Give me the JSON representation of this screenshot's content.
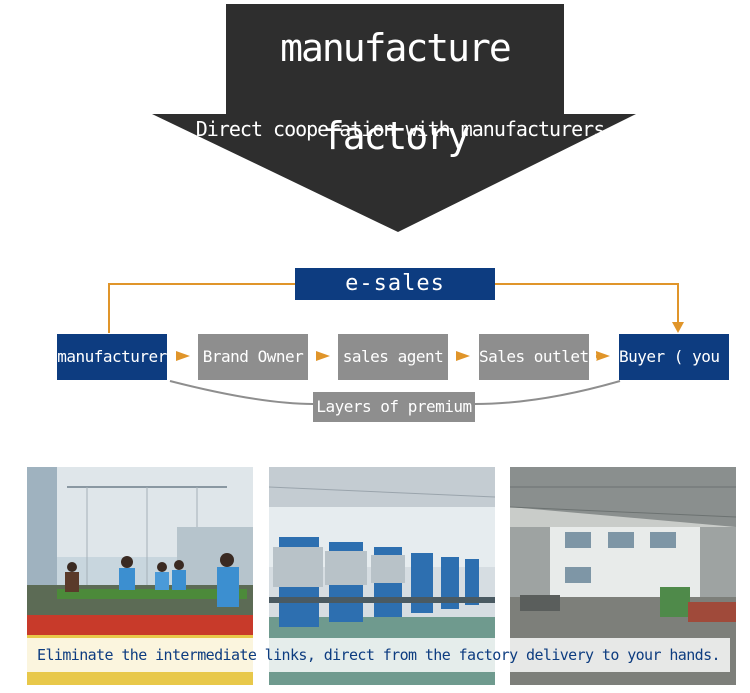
{
  "header": {
    "title": "manufacture factory",
    "subtitle": "Direct cooperation with manufacturers"
  },
  "flow": {
    "channel_label": "e-sales",
    "steps": [
      "manufacturer",
      "Brand Owner",
      "sales agent",
      "Sales outlets",
      "Buyer ( you )"
    ],
    "premium_label": "Layers of premium"
  },
  "footer": {
    "caption": "Eliminate the intermediate links, direct from the factory delivery to your hands."
  },
  "colors": {
    "dark_arrow": "#2e2e2e",
    "blue_box": "#0d3c80",
    "gray_box": "#8e8e8e",
    "orange_line": "#e0952a",
    "caption_text": "#0d3c80"
  }
}
